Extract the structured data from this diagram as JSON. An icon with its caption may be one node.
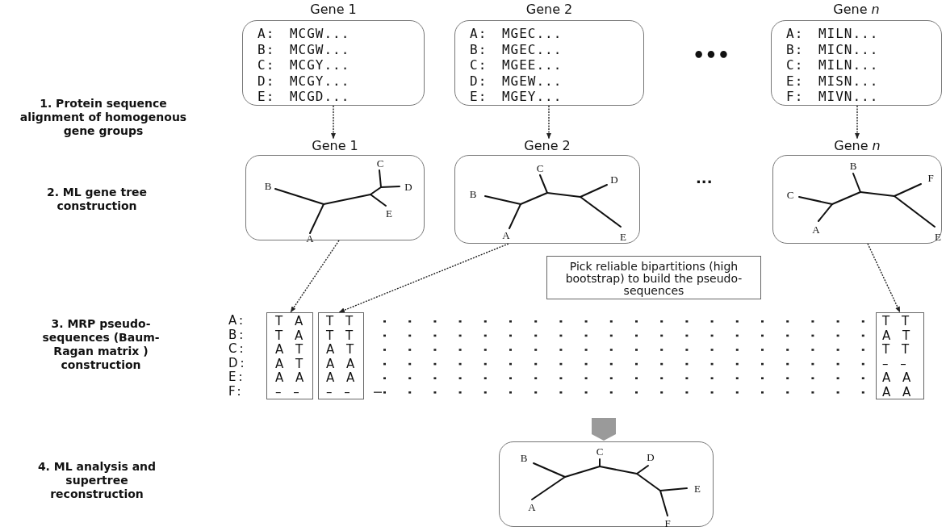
{
  "diagram": {
    "nodes": [
      {
        "text": [
          "Gene 1",
          "A: MCGW...",
          "B: MCGW...",
          "C: MCGY...",
          "D: MCGY...",
          "E: MCGD..."
        ]
      },
      {
        "text": [
          "Gene 2",
          "A: MGEC...",
          "B: MGEC...",
          "C: MGEE...",
          "D: MGEW...",
          "E: MGEY..."
        ]
      },
      {
        "text": [
          "Gene *n*",
          "A: MILN...",
          "B: MICN...",
          "C: MILN...",
          "E: MISN...",
          "F: MIVN..."
        ]
      },
      {
        "text": [
          "Gene 1",
          "C",
          "B",
          "D",
          "E",
          "A"
        ]
      },
      {
        "text": [
          "Gene 2",
          "C",
          "D",
          "B",
          "A",
          "E"
        ]
      },
      {
        "text": [
          "Gene *n*",
          "B",
          "F",
          "C",
          "A",
          "E"
        ]
      },
      {
        "text": [
          "T A",
          "T A",
          "A T",
          "A T",
          "A A",
          "– –"
        ]
      },
      {
        "text": [
          "T T",
          "T T",
          "A T",
          "A A",
          "A A",
          "– –"
        ]
      },
      {
        "text": [
          "T T",
          "A T",
          "T T",
          "– –",
          "A A",
          "A A"
        ]
      },
      {
        "text": [
          "Pick reliable bipartitions (high bootstrap) to build the pseudo-sequences"
        ]
      },
      {
        "text": [
          "B",
          "C",
          "D",
          "E",
          "A",
          "F"
        ]
      }
    ],
    "edges": [
      {
        "from": 0,
        "to": 3,
        "arrow": "to",
        "style": "dashed"
      },
      {
        "from": 1,
        "to": 4,
        "arrow": "to",
        "style": "dashed"
      },
      {
        "from": 2,
        "to": 5,
        "arrow": "to",
        "style": "dashed"
      },
      {
        "from": 3,
        "to": 6,
        "arrow": "to",
        "style": "dashed"
      },
      {
        "from": 4,
        "to": 7,
        "arrow": "to",
        "style": "dashed"
      },
      {
        "from": 5,
        "to": 8,
        "arrow": "to",
        "style": "dashed"
      },
      {
        "from": null,
        "to": 10,
        "arrow": "to",
        "style": "thick",
        "color": "#9a9a9a"
      }
    ],
    "labels": [
      "1. Protein sequence alignment of homogenous gene groups",
      "2. ML gene tree construction",
      "3. MRP pseudo-sequences (Baum-Ragan matrix ) construction",
      "4. ML analysis and supertree reconstruction",
      "•••",
      "...",
      "A:",
      "B:",
      "C:",
      "D:",
      "E:",
      "F:"
    ]
  }
}
